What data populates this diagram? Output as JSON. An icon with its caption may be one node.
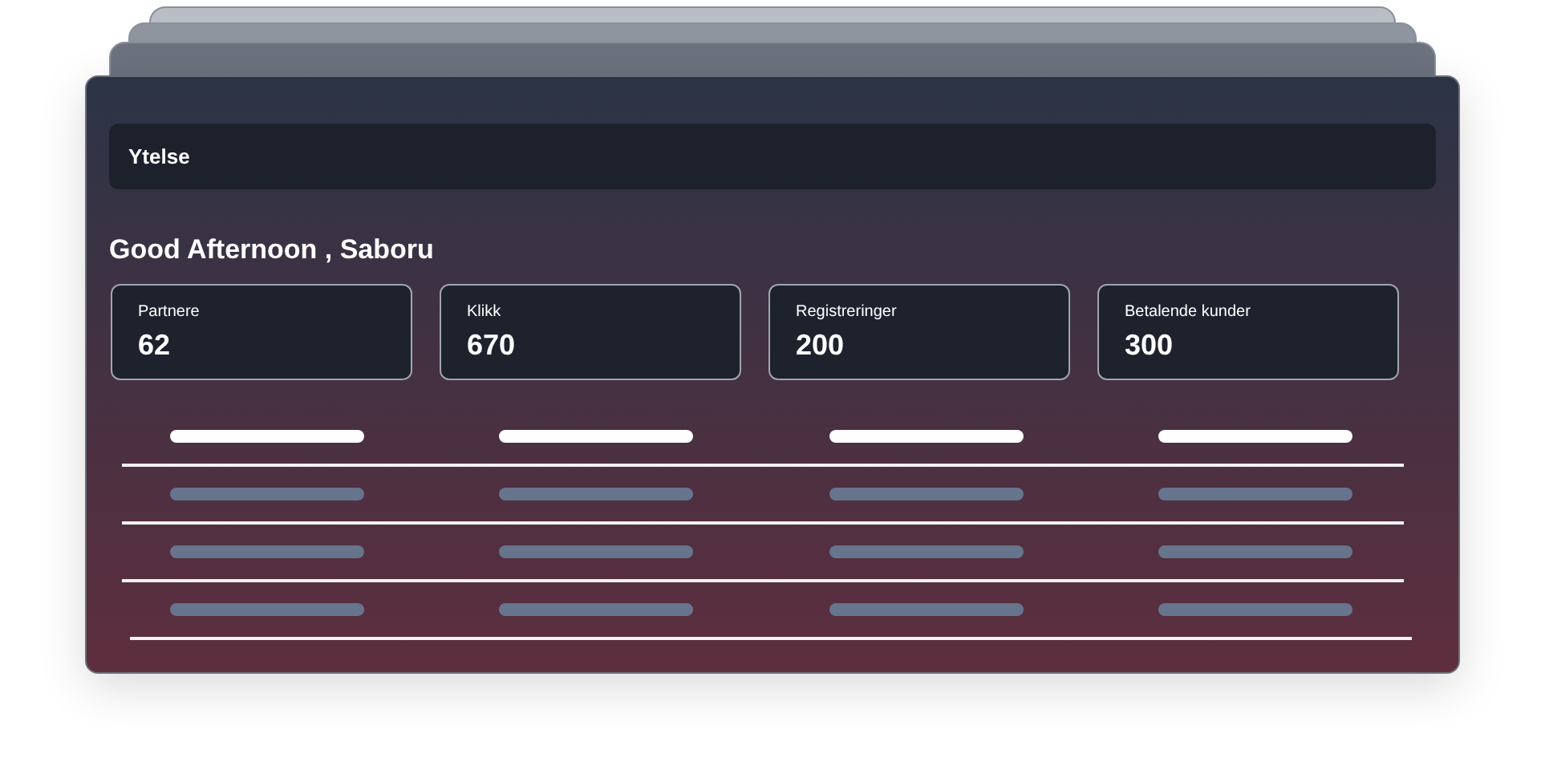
{
  "diagram": {
    "nodes": [
      {
        "text": [
          "Ytelse"
        ]
      },
      {
        "text": [
          "Partnere",
          "62"
        ]
      },
      {
        "text": [
          "Klikk",
          "670"
        ]
      },
      {
        "text": [
          "Registreringer",
          "200"
        ]
      },
      {
        "text": [
          "Betalende kunder",
          "300"
        ]
      }
    ],
    "labels": [
      "Good Afternoon , Saboru"
    ]
  }
}
